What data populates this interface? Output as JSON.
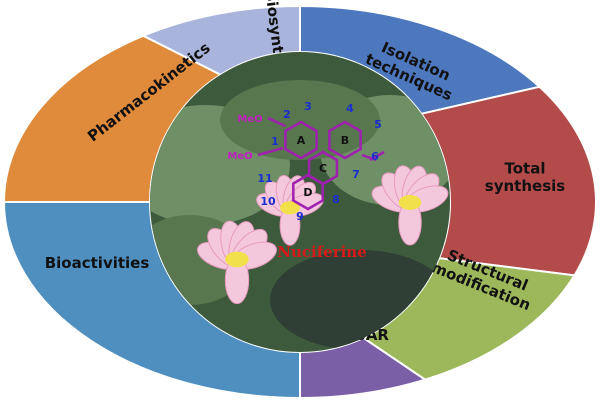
{
  "segments": [
    {
      "key": "biosynthesis",
      "label": "Biosynthesis",
      "color": "#a8b4dc"
    },
    {
      "key": "isolation",
      "label": "Isolation techniques",
      "color": "#4e78bd"
    },
    {
      "key": "total-synthesis",
      "label": "Total synthesis",
      "color": "#b34b4b"
    },
    {
      "key": "structural-modification",
      "label": "Structural modification",
      "color": "#9cb85a"
    },
    {
      "key": "sar",
      "label": "SAR",
      "color": "#7a5fa6"
    },
    {
      "key": "bioactivities",
      "label": "Bioactivities",
      "color": "#4f8fbf"
    },
    {
      "key": "pharmacokinetics",
      "label": "Pharmacokinetics",
      "color": "#e08a3c"
    }
  ],
  "center": {
    "compound_name": "Nuciferine",
    "methoxy_1": "MeO",
    "methoxy_2": "MeO",
    "ring_labels": [
      "A",
      "B",
      "C",
      "D"
    ],
    "atom_numbers": [
      "1",
      "2",
      "3",
      "4",
      "5",
      "6",
      "7",
      "8",
      "9",
      "10",
      "11"
    ],
    "molecule_color": "#a020b0",
    "photo_colors": {
      "leaf_dark": "#3e5a3c",
      "leaf_light": "#6f8f66",
      "water": "#2f3f35",
      "petal": "#f3c8dc",
      "petal_edge": "#e79ac0",
      "stamen": "#f2e04a"
    }
  }
}
